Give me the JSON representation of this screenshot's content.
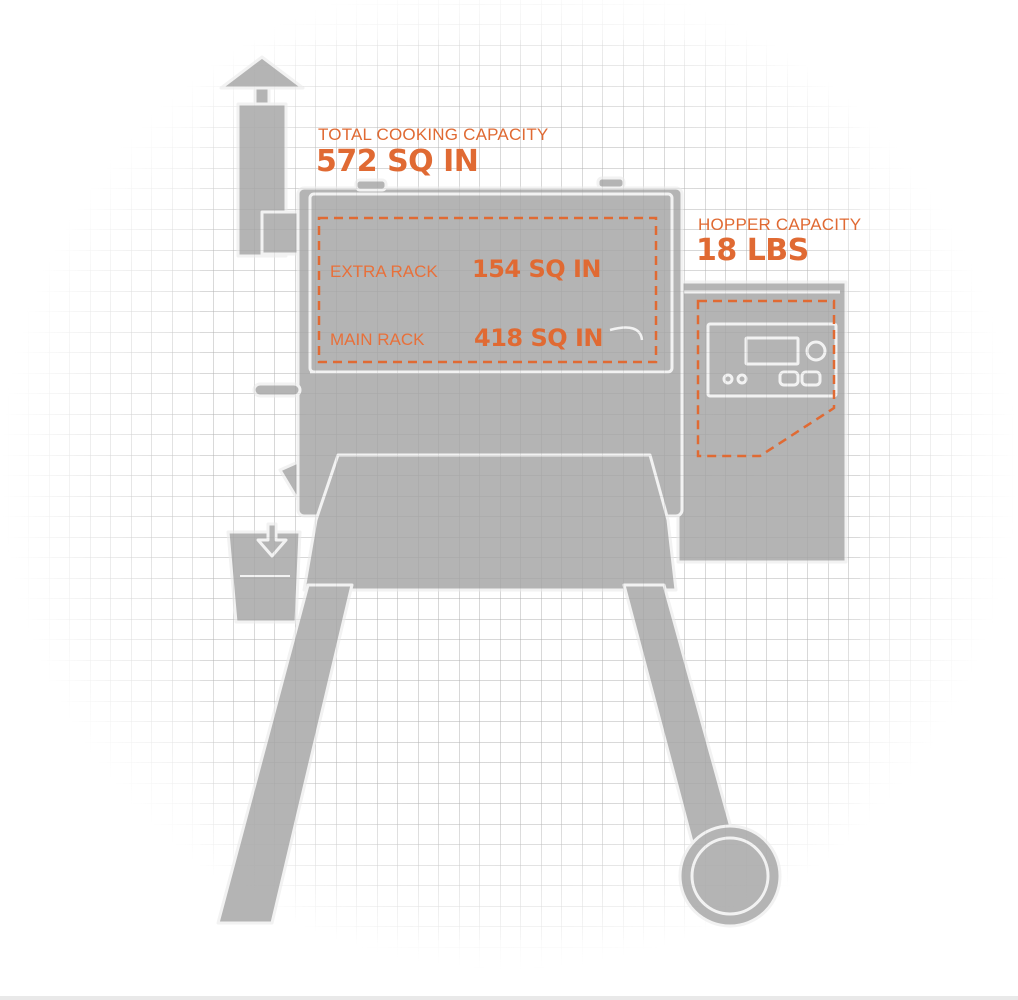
{
  "colors": {
    "accent": "#e06a33",
    "grill_body": "#b4b4b4",
    "grill_outline": "#f2f2f2",
    "grid_line": "#8c8c8c",
    "background": "#ffffff"
  },
  "labels": {
    "total": {
      "title": "TOTAL COOKING CAPACITY",
      "value": "572 SQ IN"
    },
    "hopper": {
      "title": "HOPPER CAPACITY",
      "value": "18 LBS"
    },
    "extra_rack": {
      "title": "EXTRA RACK",
      "value": "154 SQ IN"
    },
    "main_rack": {
      "title": "MAIN RACK",
      "value": "418 SQ IN"
    }
  }
}
